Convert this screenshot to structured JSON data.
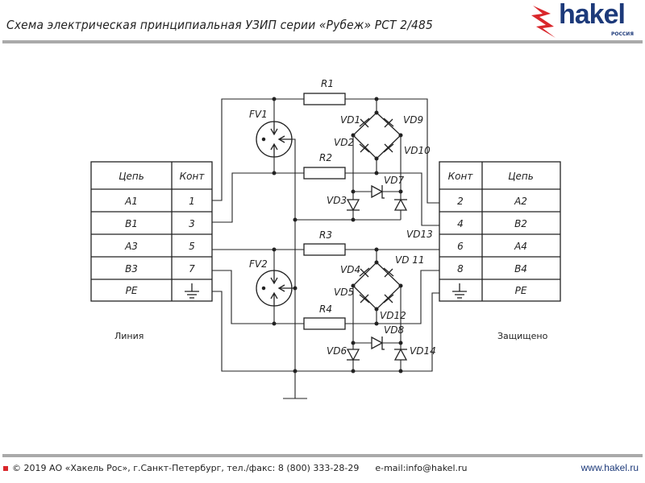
{
  "header": {
    "title": "Схема электрическая принципиальная УЗИП серии «Рубеж» РСТ 2/485",
    "logo": "hakel",
    "logo_sub": "РОССИЯ"
  },
  "left_table": {
    "headers": [
      "Цепь",
      "Конт"
    ],
    "rows": [
      [
        "A1",
        "1"
      ],
      [
        "B1",
        "3"
      ],
      [
        "A3",
        "5"
      ],
      [
        "B3",
        "7"
      ],
      [
        "PE",
        ""
      ]
    ]
  },
  "right_table": {
    "headers": [
      "Конт",
      "Цепь"
    ],
    "rows": [
      [
        "2",
        "A2"
      ],
      [
        "4",
        "B2"
      ],
      [
        "6",
        "A4"
      ],
      [
        "8",
        "B4"
      ],
      [
        "",
        "PE"
      ]
    ]
  },
  "labels": {
    "line": "Линия",
    "protected": "Защищено"
  },
  "components": {
    "R1": "R1",
    "R2": "R2",
    "R3": "R3",
    "R4": "R4",
    "FV1": "FV1",
    "FV2": "FV2",
    "VD1": "VD1",
    "VD2": "VD2",
    "VD3": "VD3",
    "VD4": "VD4",
    "VD5": "VD5",
    "VD6": "VD6",
    "VD7": "VD7",
    "VD8": "VD8",
    "VD9": "VD9",
    "VD10": "VD10",
    "VD11": "VD 11",
    "VD12": "VD12",
    "VD13": "VD13",
    "VD14": "VD14"
  },
  "footer": {
    "copyright": "© 2019 АО «Хакель Рос», г.Санкт-Петербург, тел./факс: 8 (800) 333-28-29",
    "email": "e-mail:info@hakel.ru",
    "site": "www.hakel.ru"
  },
  "colors": {
    "brand": "#1d3a7a",
    "accent": "#d9262b"
  }
}
